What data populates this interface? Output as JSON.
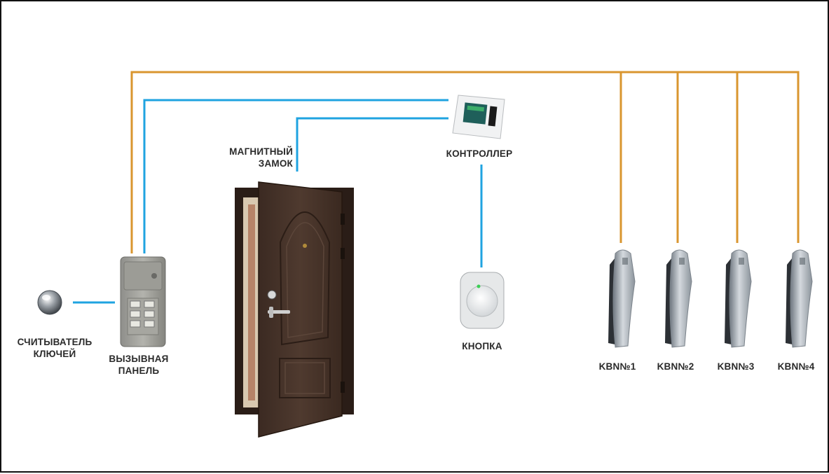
{
  "colors": {
    "bus_wire": "#D9962F",
    "signal_wire": "#1FA3E0",
    "label_text": "#2a2a2a",
    "frame": "#111111"
  },
  "devices": {
    "key_reader": {
      "icon": "key-reader-icon",
      "label_lines": [
        "СЧИТЫВАТЕЛЬ",
        "КЛЮЧЕЙ"
      ]
    },
    "call_panel": {
      "icon": "call-panel-icon",
      "label_lines": [
        "ВЫЗЫВНАЯ",
        "ПАНЕЛЬ"
      ]
    },
    "magnetic_lock": {
      "icon": "door-icon",
      "label_lines": [
        "МАГНИТНЫЙ",
        "ЗАМОК"
      ]
    },
    "controller": {
      "icon": "controller-icon",
      "label": "КОНТРОЛЛЕР"
    },
    "exit_button": {
      "icon": "exit-button-icon",
      "label": "КНОПКА"
    },
    "handsets": [
      {
        "icon": "handset-icon",
        "label": "KBN№1"
      },
      {
        "icon": "handset-icon",
        "label": "KBN№2"
      },
      {
        "icon": "handset-icon",
        "label": "KBN№3"
      },
      {
        "icon": "handset-icon",
        "label": "KBN№4"
      }
    ]
  }
}
